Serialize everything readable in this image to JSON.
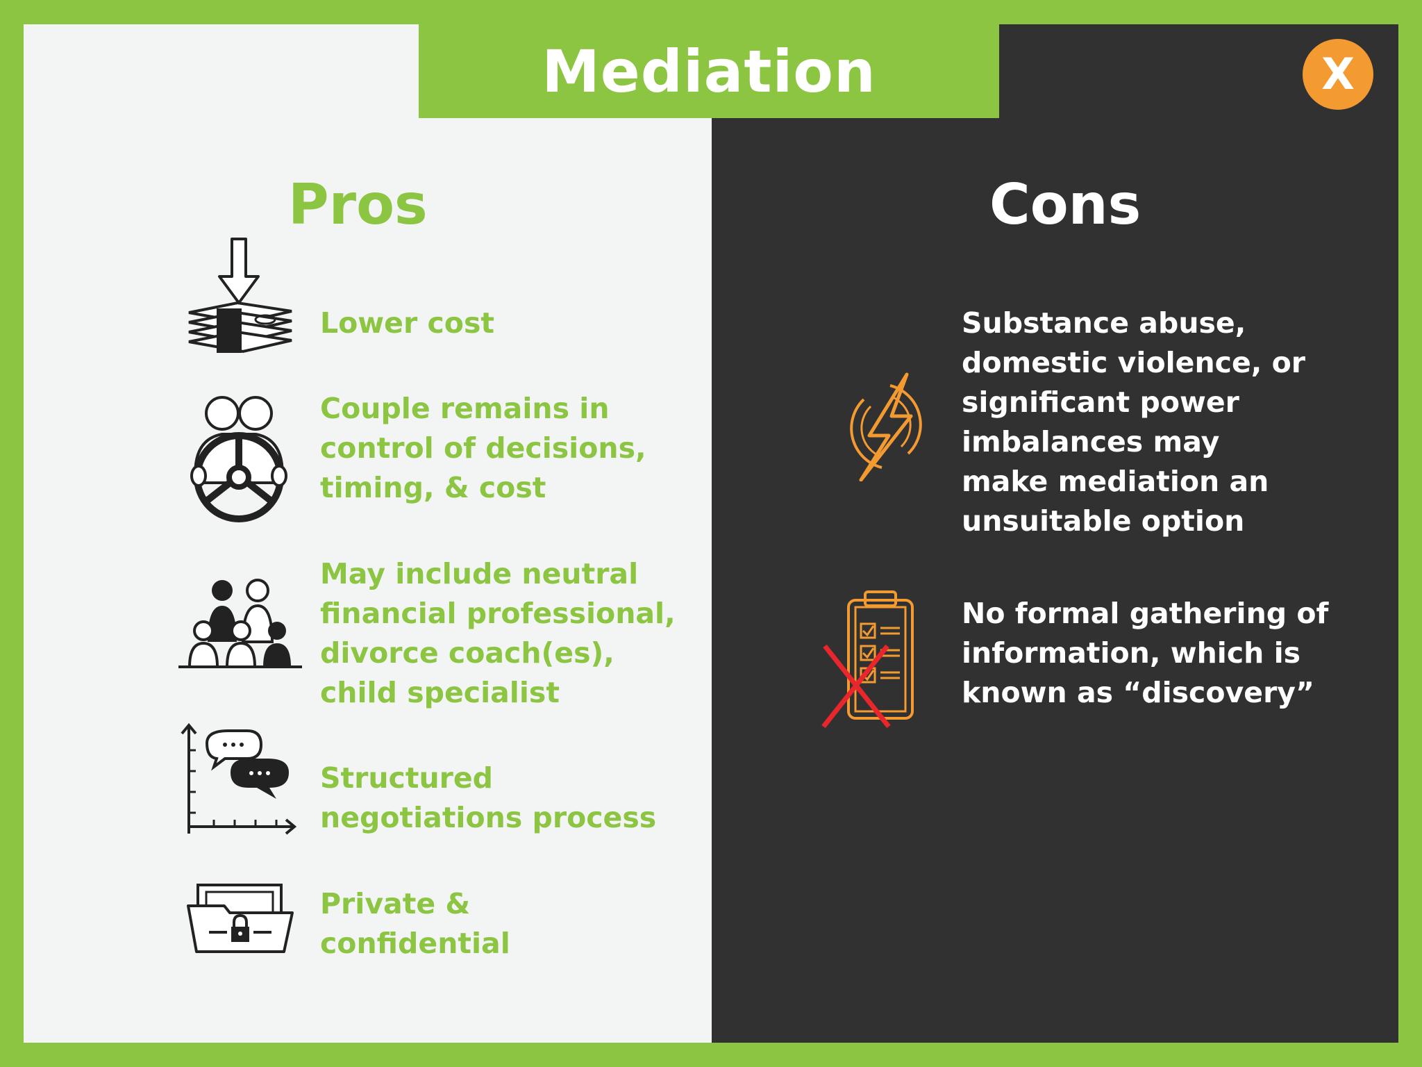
{
  "title": "Mediation",
  "close_label": "X",
  "pros": {
    "heading": "Pros",
    "items": [
      {
        "icon": "money-down-icon",
        "lines": [
          "Lower cost"
        ]
      },
      {
        "icon": "couple-steering-wheel-icon",
        "lines": [
          "Couple remains in",
          "control of decisions,",
          "timing, & cost"
        ]
      },
      {
        "icon": "group-people-icon",
        "lines": [
          "May include neutral",
          "financial professional,",
          "divorce coach(es),",
          "child specialist"
        ]
      },
      {
        "icon": "chat-chart-icon",
        "lines": [
          "Structured",
          "negotiations process"
        ]
      },
      {
        "icon": "locked-folder-icon",
        "lines": [
          "Private &",
          "confidential"
        ]
      }
    ]
  },
  "cons": {
    "heading": "Cons",
    "items": [
      {
        "icon": "lightning-bolt-icon",
        "lines": [
          "Substance abuse,",
          "domestic violence, or",
          "significant power",
          "imbalances may",
          "make mediation an",
          "unsuitable option"
        ]
      },
      {
        "icon": "clipboard-cross-icon",
        "lines": [
          "No formal gathering of",
          "information, which is",
          "known as “discovery”"
        ]
      }
    ]
  },
  "colors": {
    "green": "#8cc541",
    "dark": "#323132",
    "light": "#f3f4f4",
    "orange": "#f39a31",
    "red": "#e8262b"
  }
}
